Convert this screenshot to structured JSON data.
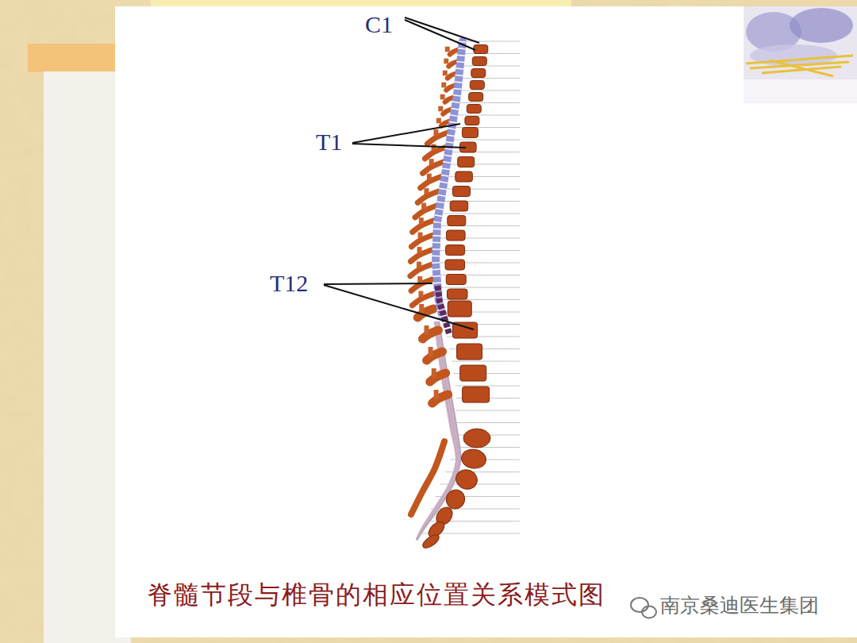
{
  "diagram": {
    "caption": "脊髓节段与椎骨的相应位置关系模式图",
    "labels": [
      "C1",
      "T1",
      "T12",
      "南京桑迪医生集团"
    ]
  }
}
